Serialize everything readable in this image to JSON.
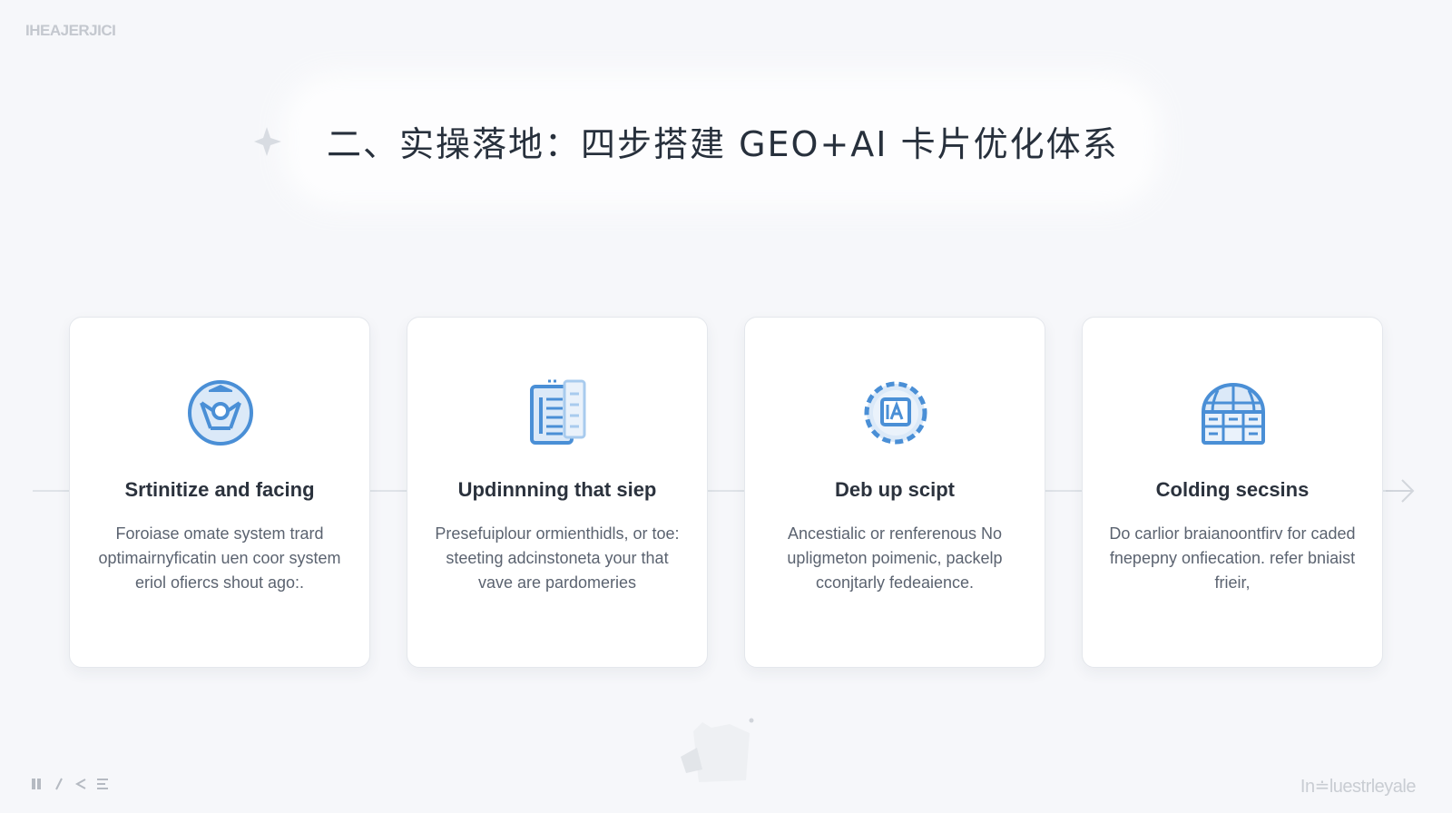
{
  "header": {
    "mark_text": "IHEAJERJICI",
    "title": "二、实操落地：四步搭建 GEO+AI 卡片优化体系"
  },
  "colors": {
    "accent": "#4a8fd6",
    "accent_light": "#cfe2f6",
    "background": "#f6f7fa",
    "card": "#ffffff",
    "title_text": "#27303c",
    "body_text": "#5b6370"
  },
  "cards": [
    {
      "icon": "shield-badge-icon",
      "title": "Srtinitize and facing",
      "text": "Foroiase omate system trard optimairnyficatin uen coor system eriol ofiercs shout ago:."
    },
    {
      "icon": "document-list-icon",
      "title": "Updinnning that siep",
      "text": "Presefuiplour ormienthidls, or toe: steeting adcinstoneta your that vave are pardomeries"
    },
    {
      "icon": "ai-gear-icon",
      "title": "Deb up scipt",
      "text": "Ancestialic or renferenous No upligmeton poimenic, packelp cconjtarly fedeaience."
    },
    {
      "icon": "globe-grid-icon",
      "title": "Colding secsins",
      "text": "Do carlior braianoontfirv for caded fnepepny onfiecation. refer bniaist frieir,"
    }
  ],
  "footer": {
    "icons": [
      "pause-icon",
      "slash-icon",
      "chevron-icon",
      "menu-icon"
    ],
    "brand": "In≐luestrleyale"
  }
}
